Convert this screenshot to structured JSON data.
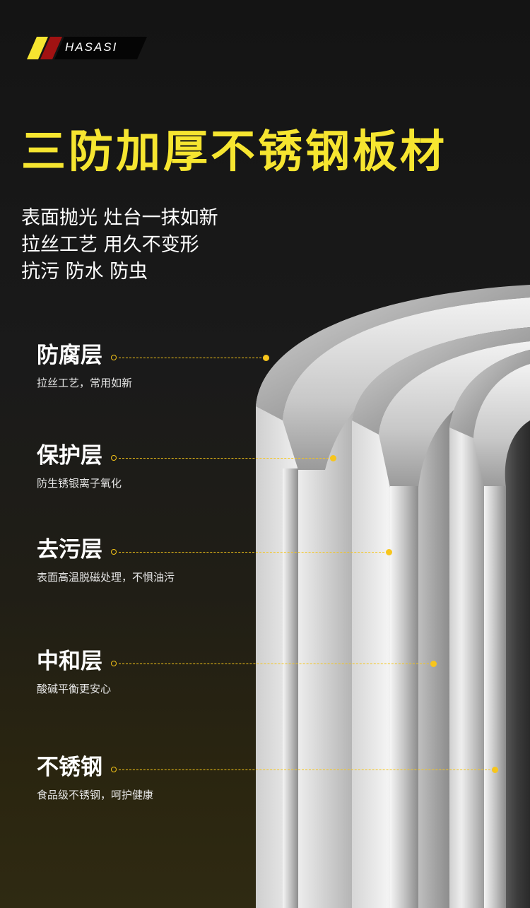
{
  "brand": {
    "name": "HASASI",
    "colors": [
      "#f6e530",
      "#a11212",
      "#000000"
    ]
  },
  "headline": "三防加厚不锈钢板材",
  "intro_lines": [
    "表面抛光 灶台一抹如新",
    "拉丝工艺 用久不变形",
    "抗污 防水 防虫"
  ],
  "layers": [
    {
      "title": "防腐层",
      "desc": "拉丝工艺，常用如新"
    },
    {
      "title": "保护层",
      "desc": "防生锈银离子氧化"
    },
    {
      "title": "去污层",
      "desc": "表面高温脱磁处理，不惧油污"
    },
    {
      "title": "中和层",
      "desc": "酸碱平衡更安心"
    },
    {
      "title": "不锈钢",
      "desc": "食品级不锈钢，呵护健康"
    }
  ],
  "colors": {
    "headline": "#f6e530",
    "accent": "#f5c518",
    "background": "#141414"
  },
  "image": {
    "subject": "stainless-steel-layer-cross-section"
  }
}
